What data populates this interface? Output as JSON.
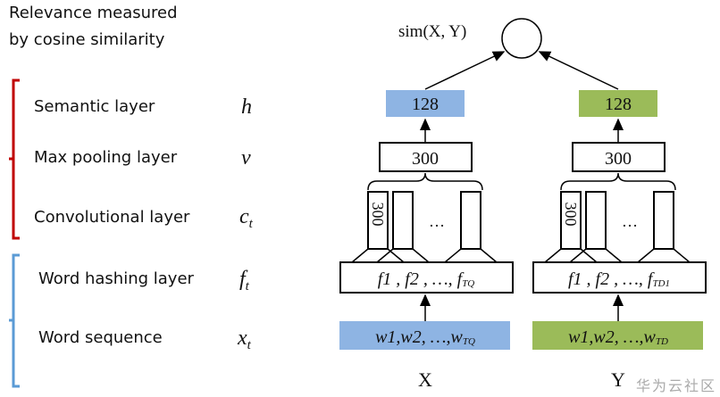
{
  "caption": {
    "line1": "Relevance measured",
    "line2": "by cosine similarity"
  },
  "layers": [
    {
      "label": "Semantic layer",
      "symbol": "h",
      "sub": ""
    },
    {
      "label": "Max pooling layer",
      "symbol": "v",
      "sub": ""
    },
    {
      "label": "Convolutional layer",
      "symbol": "c",
      "sub": "t"
    },
    {
      "label": "Word hashing layer",
      "symbol": "f",
      "sub": "t"
    },
    {
      "label": "Word sequence",
      "symbol": "x",
      "sub": "t"
    }
  ],
  "similarity_label": "sim(X, Y)",
  "towers": [
    {
      "name": "X",
      "semantic": "128",
      "pooling": "300",
      "conv_dim": "300",
      "ellipsis": "…",
      "hashing": {
        "text": "f1 , f2 , …, f",
        "sub": "TQ"
      },
      "words": {
        "text": "w1,w2, …,w",
        "sub": "TQ"
      }
    },
    {
      "name": "Y",
      "semantic": "128",
      "pooling": "300",
      "conv_dim": "300",
      "ellipsis": "…",
      "hashing": {
        "text": "f1 , f2 , …, f",
        "sub": "TD1"
      },
      "words": {
        "text": "w1,w2, …,w",
        "sub": "TD"
      }
    }
  ],
  "watermark": "华为云社区",
  "colors": {
    "query": "#8eb4e3",
    "doc": "#9bbb59",
    "bracket_top": "#c00000",
    "bracket_bottom": "#5b9bd5"
  }
}
